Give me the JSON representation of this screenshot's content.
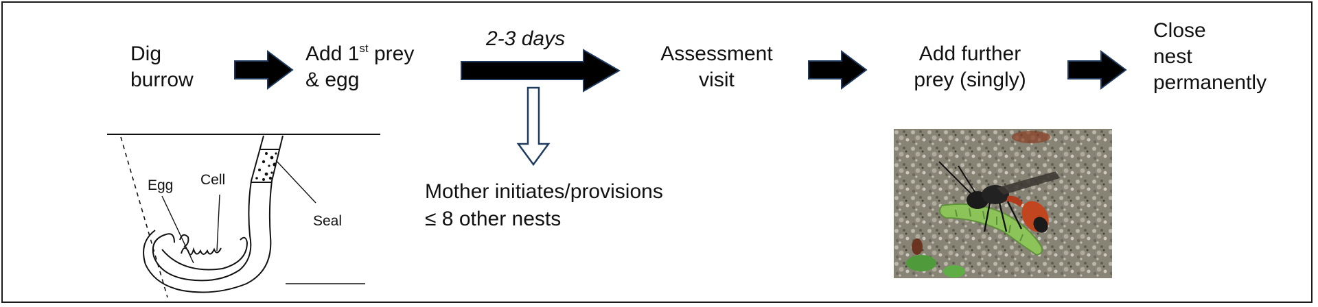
{
  "steps": {
    "dig": {
      "line1": "Dig",
      "line2": "burrow"
    },
    "add_first": {
      "line1_main": "Add 1",
      "line1_sup": "st",
      "line1_rest": " prey",
      "line2": "& egg"
    },
    "assessment": {
      "line1": "Assessment",
      "line2": "visit"
    },
    "add_further": {
      "line1": "Add further",
      "line2": "prey (singly)"
    },
    "close": {
      "line1": "Close",
      "line2": "nest",
      "line3": "permanently"
    }
  },
  "delay_label": "2-3 days",
  "branch_note": {
    "line1": "Mother initiates/provisions",
    "line2": "≤ 8 other nests"
  },
  "burrow_labels": {
    "egg": "Egg",
    "cell": "Cell",
    "seal": "Seal"
  },
  "colors": {
    "arrow_fill": "#000000",
    "arrow_outline": "#1f3a5f",
    "hollow_arrow_stroke": "#1f3a5f",
    "text": "#111111"
  },
  "photo_icon": "wasp-with-caterpillar-photo"
}
